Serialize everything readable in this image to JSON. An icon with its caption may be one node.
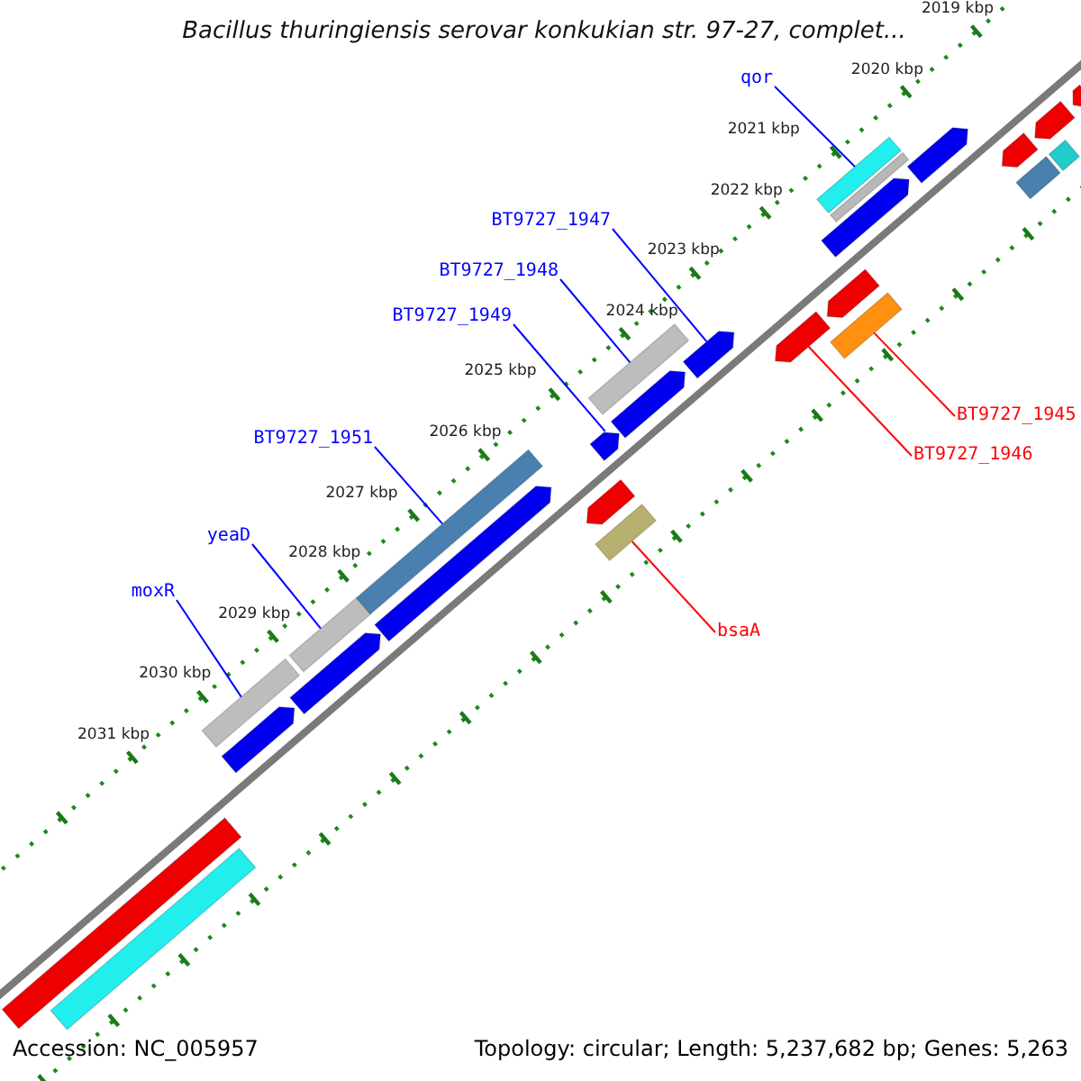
{
  "diagram": {
    "title": "Bacillus thuringiensis serovar konkukian str. 97-27, complet...",
    "nodes": [
      {
        "text": [
          "qor"
        ]
      },
      {
        "text": [
          "BT9727_1947"
        ]
      },
      {
        "text": [
          "BT9727_1948"
        ]
      },
      {
        "text": [
          "BT9727_1949"
        ]
      },
      {
        "text": [
          "BT9727_1945"
        ]
      },
      {
        "text": [
          "BT9727_1951"
        ]
      },
      {
        "text": [
          "BT9727_1946"
        ]
      },
      {
        "text": [
          "yeaD"
        ]
      },
      {
        "text": [
          "moxR"
        ]
      },
      {
        "text": [
          "bsaA"
        ]
      },
      {
        "text": [],
        "shape": "bar"
      },
      {
        "text": [],
        "shape": "bar"
      },
      {
        "text": [],
        "shape": "bar"
      },
      {
        "text": [],
        "shape": "arrow"
      },
      {
        "text": [],
        "shape": "bar"
      },
      {
        "text": [],
        "shape": "arrow"
      },
      {
        "text": [],
        "shape": "bar"
      },
      {
        "text": [],
        "shape": "arrow"
      },
      {
        "text": [],
        "shape": "arrow"
      },
      {
        "text": [],
        "shape": "arrow"
      },
      {
        "text": [],
        "shape": "bar"
      },
      {
        "text": [],
        "shape": "bar"
      },
      {
        "text": [],
        "shape": "arrow"
      },
      {
        "text": [],
        "shape": "arrow"
      },
      {
        "text": [],
        "shape": "arrow"
      },
      {
        "text": [],
        "shape": "arrow"
      },
      {
        "text": [],
        "shape": "bar"
      },
      {
        "text": [],
        "shape": "bar"
      },
      {
        "text": [],
        "shape": "bar"
      },
      {
        "text": [],
        "shape": "arrow"
      },
      {
        "text": [],
        "shape": "arrow"
      },
      {
        "text": [],
        "shape": "arrow"
      },
      {
        "text": [],
        "shape": "bar"
      },
      {
        "text": [],
        "shape": "arrow"
      },
      {
        "text": [],
        "shape": "bar"
      },
      {
        "text": [],
        "shape": "arrow"
      }
    ],
    "edges": [
      {
        "from": 0,
        "to": 26,
        "arrow": "none"
      },
      {
        "from": 1,
        "to": 23,
        "arrow": "none"
      },
      {
        "from": 2,
        "to": 21,
        "arrow": "none"
      },
      {
        "from": 3,
        "to": 18,
        "arrow": "none"
      },
      {
        "from": 4,
        "to": 27,
        "arrow": "none",
        "color": "#ff0000"
      },
      {
        "from": 5,
        "to": 16,
        "arrow": "none"
      },
      {
        "from": 6,
        "to": 24,
        "arrow": "none",
        "color": "#ff0000"
      },
      {
        "from": 7,
        "to": 14,
        "arrow": "none"
      },
      {
        "from": 8,
        "to": 12,
        "arrow": "none"
      },
      {
        "from": 9,
        "to": 20,
        "arrow": "none",
        "color": "#ff0000"
      }
    ],
    "labels": [
      "2019 kbp",
      "2020 kbp",
      "2021 kbp",
      "2022 kbp",
      "2023 kbp",
      "2024 kbp",
      "2025 kbp",
      "2026 kbp",
      "2027 kbp",
      "2028 kbp",
      "2029 kbp",
      "2030 kbp",
      "2031 kbp",
      "Accession: NC_005957",
      "Topology: circular; Length: 5,237,682 bp; Genes: 5,263"
    ]
  }
}
